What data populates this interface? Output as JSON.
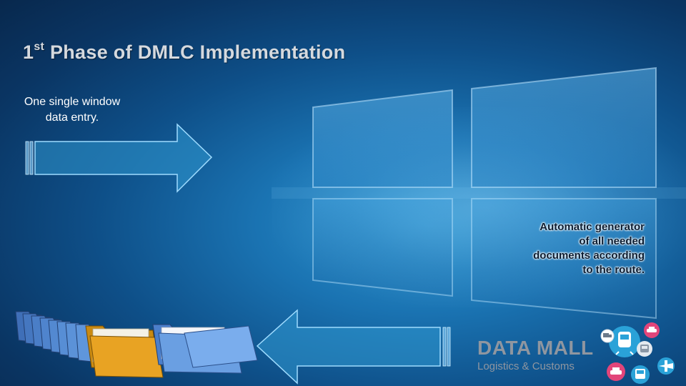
{
  "slide": {
    "title_number": "1",
    "title_suffix": "st",
    "title_rest": " Phase of DMLC Implementation",
    "left_text_line1": "One single window",
    "left_text_line2": "data entry.",
    "right_text_lines": [
      "Automatic generator",
      "of all needed",
      "documents according",
      "to the route."
    ]
  },
  "logo": {
    "name": "DATA MALL",
    "tagline": "Logistics & Customs",
    "icons": [
      "train-icon",
      "truck-icon",
      "ship-icon",
      "bus-icon",
      "car-icon",
      "plane-icon"
    ]
  },
  "colors": {
    "background": "#0e4f88",
    "title": "#d5d9de",
    "left_text": "#ffffff",
    "logo_text": "#8f96a0",
    "folder_blue": "#5b8fd6",
    "folder_orange": "#e8a323"
  }
}
